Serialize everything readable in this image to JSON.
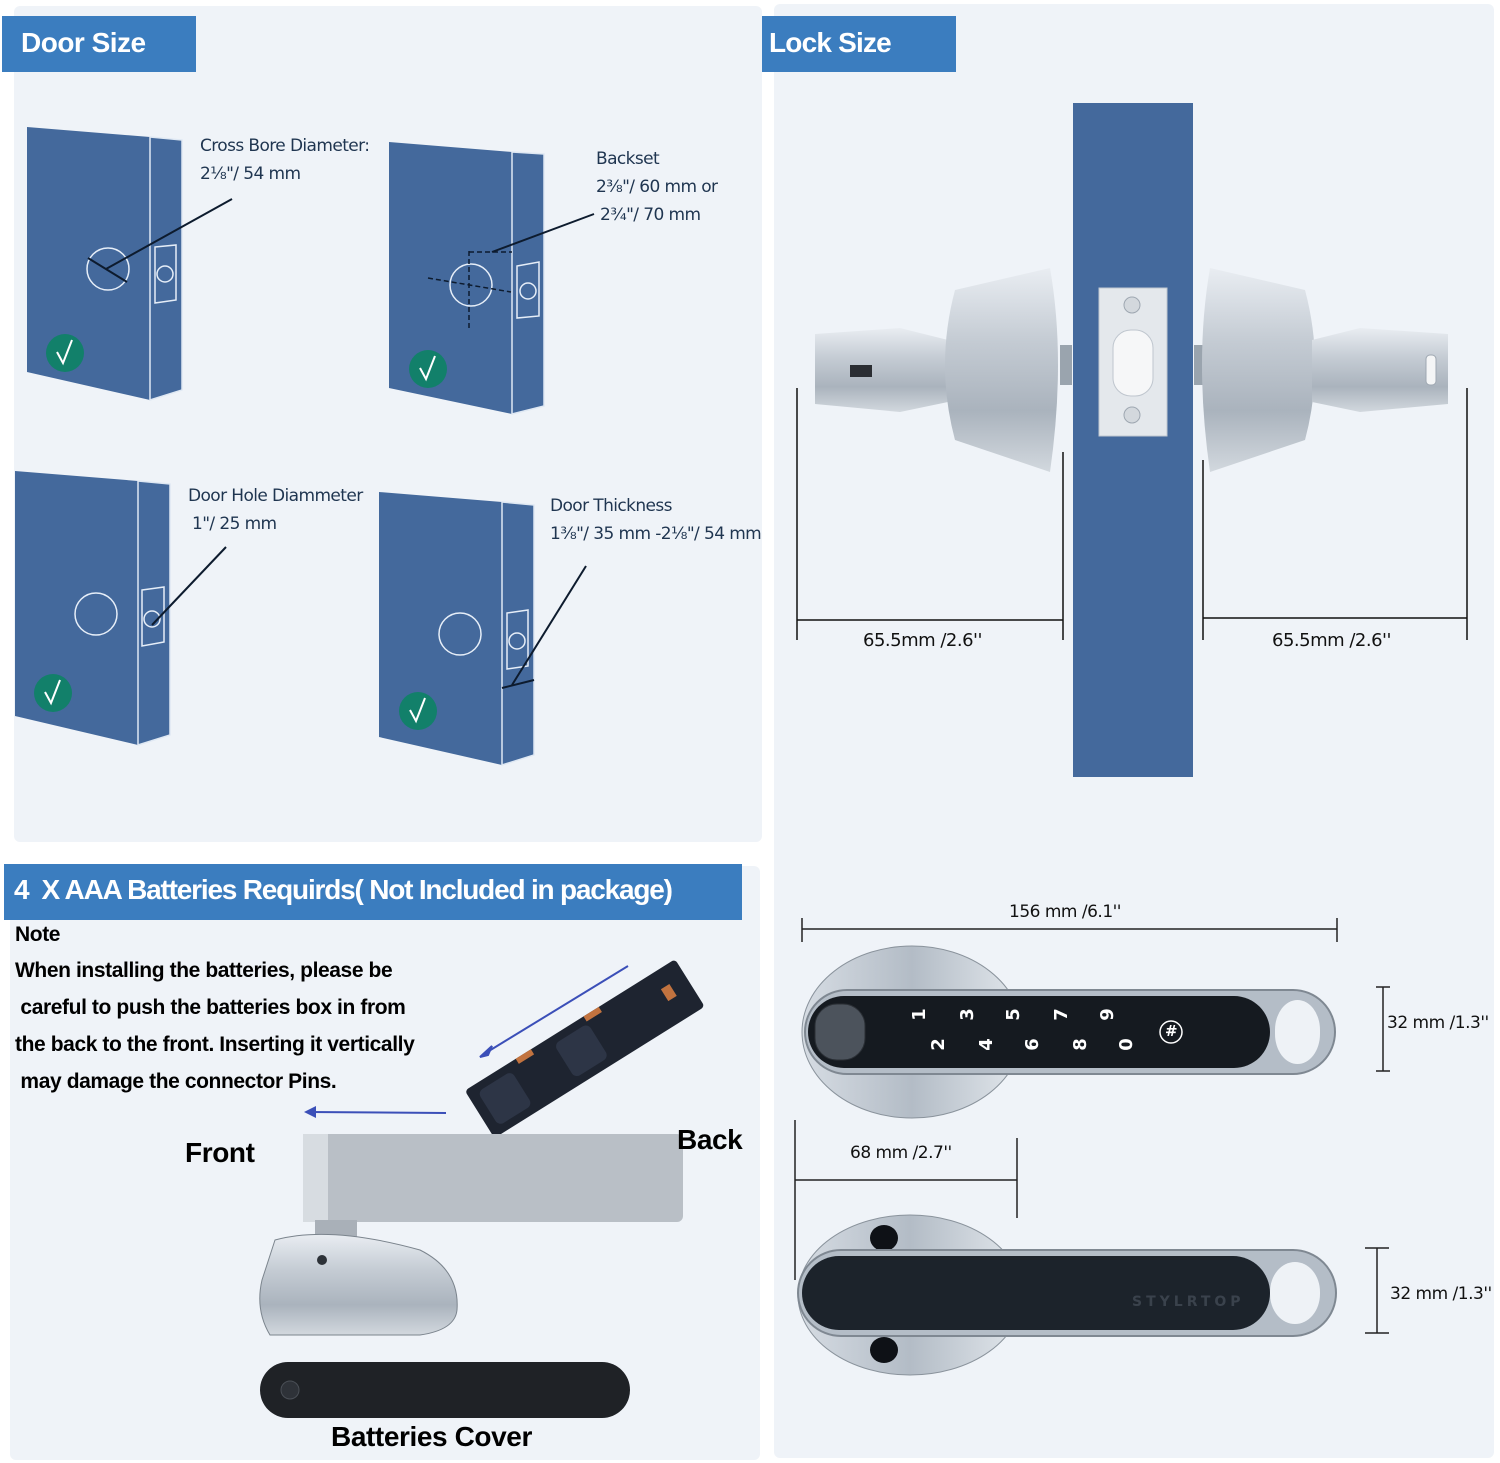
{
  "door_size": {
    "title": "Door Size",
    "diagrams": [
      {
        "label": "Cross Bore Diameter:",
        "value": "2⅛\"/ 54 mm",
        "status": "check"
      },
      {
        "label": "Backset",
        "value": "2⅜\"/ 60 mm or",
        "value2": "2¾\"/ 70 mm",
        "status": "check"
      },
      {
        "label": "Door Hole Diammeter",
        "value": "1\"/ 25 mm",
        "status": "check"
      },
      {
        "label": "Door Thickness",
        "value": "1⅜\"/ 35 mm -2⅛\"/ 54 mm",
        "status": "check"
      }
    ]
  },
  "lock_size": {
    "title": "Lock Size",
    "knob_left_depth": "65.5mm /2.6''",
    "knob_right_depth": "65.5mm /2.6''",
    "lever_length": "156 mm /6.1''",
    "lever_height_top": "32 mm /1.3''",
    "rose_width": "68 mm /2.7''",
    "lever_height_bottom": "32 mm /1.3''",
    "keypad_keys_top": [
      "1",
      "3",
      "5",
      "7",
      "9"
    ],
    "keypad_keys_bottom": [
      "2",
      "4",
      "6",
      "8",
      "0"
    ],
    "keypad_hash": "#",
    "brand": "STYLRTOP"
  },
  "batteries": {
    "title": "4  X AAA Batteries Requirds( Not Included in package)",
    "note_heading": "Note",
    "note_lines": [
      "When installing the batteries, please be",
      " careful to push the batteries box in from",
      "the back to the front. Inserting it vertically",
      " may damage the connector Pins."
    ],
    "front_label": "Front",
    "back_label": "Back",
    "cover_label": "Batteries Cover"
  },
  "colors": {
    "header_blue": "#3b7dbf",
    "door_blue": "#44699c",
    "check_green": "#12806a",
    "panel_bg": "#eff3f8"
  }
}
